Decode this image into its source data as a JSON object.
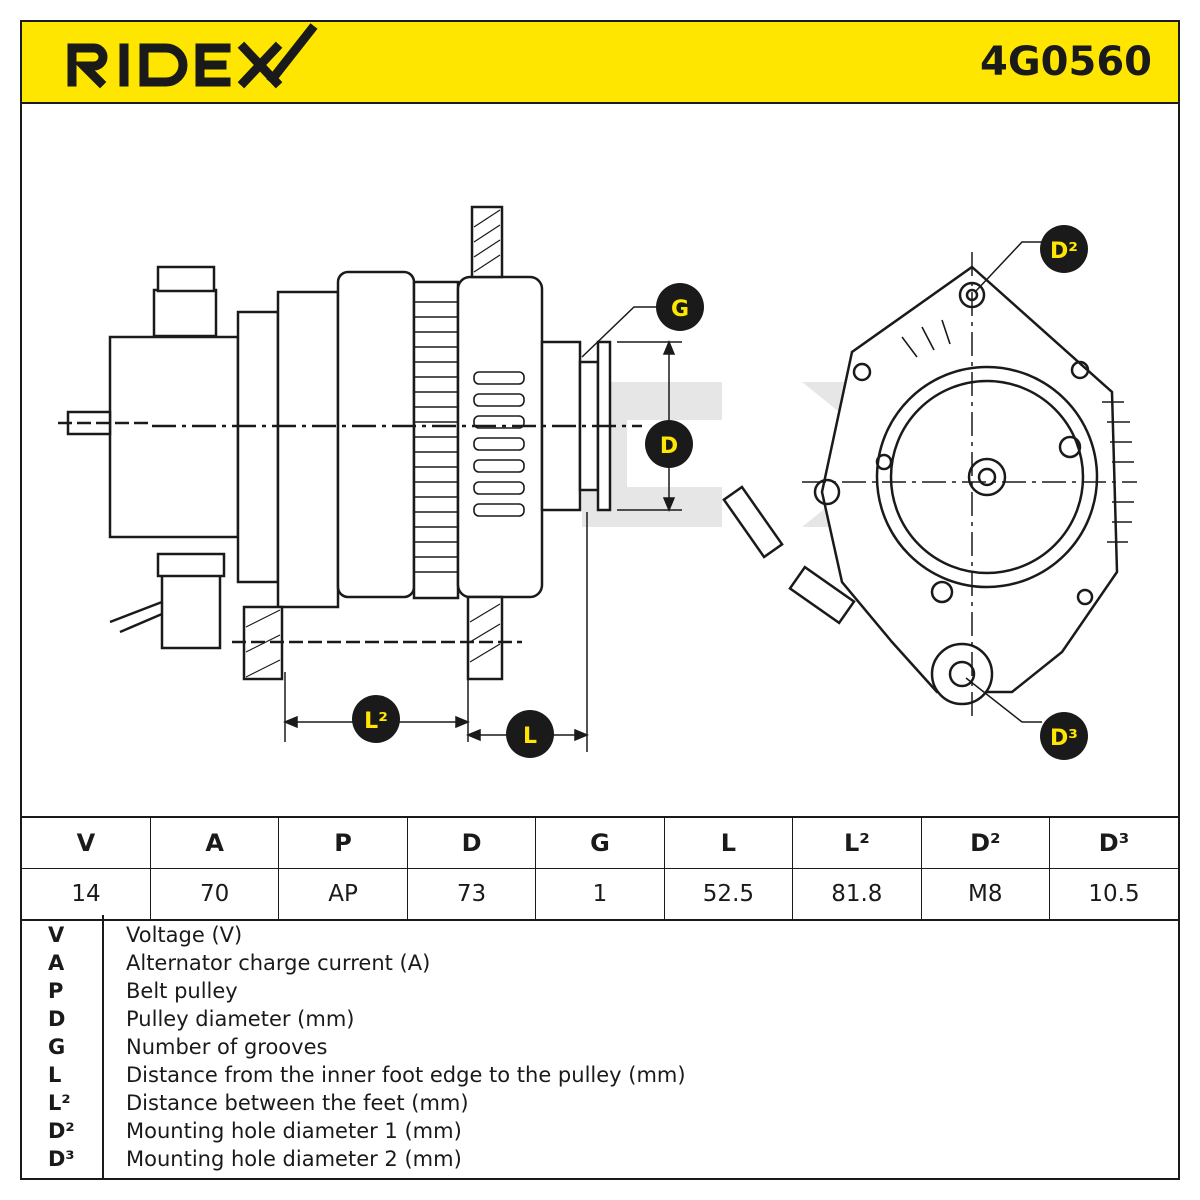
{
  "header": {
    "brand": "RIDEX",
    "part_number": "4G0560",
    "background_color": "#ffe600"
  },
  "drawing": {
    "callouts": {
      "g": "G",
      "d": "D",
      "l": "L",
      "l2": "L²",
      "d2": "D²",
      "d3": "D³"
    },
    "callout_color": "#ffe600"
  },
  "spec_table": {
    "columns": [
      "V",
      "A",
      "P",
      "D",
      "G",
      "L",
      "L²",
      "D²",
      "D³"
    ],
    "values": [
      "14",
      "70",
      "AP",
      "73",
      "1",
      "52.5",
      "81.8",
      "M8",
      "10.5"
    ]
  },
  "legend": [
    {
      "key": "V",
      "text": "Voltage (V)"
    },
    {
      "key": "A",
      "text": "Alternator charge current (A)"
    },
    {
      "key": "P",
      "text": "Belt pulley"
    },
    {
      "key": "D",
      "text": "Pulley diameter (mm)"
    },
    {
      "key": "G",
      "text": "Number of grooves"
    },
    {
      "key": "L",
      "text": "Distance from the inner foot edge to the pulley (mm)"
    },
    {
      "key": "L²",
      "text": "Distance between the feet (mm)"
    },
    {
      "key": "D²",
      "text": "Mounting hole diameter 1 (mm)"
    },
    {
      "key": "D³",
      "text": "Mounting hole diameter 2 (mm)"
    }
  ]
}
